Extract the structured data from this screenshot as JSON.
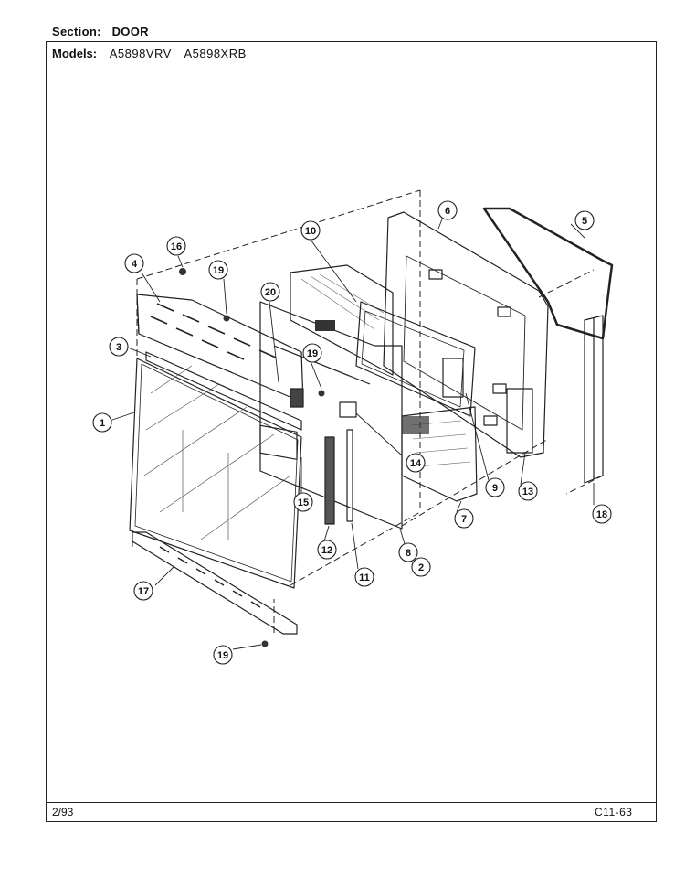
{
  "header": {
    "section_label": "Section:",
    "section_value": "DOOR",
    "models_label": "Models:",
    "models": [
      "A5898VRV",
      "A5898XRB"
    ]
  },
  "footer": {
    "date": "2/93",
    "page_code": "C11-63"
  },
  "callouts": [
    {
      "id": "c1",
      "label": "1"
    },
    {
      "id": "c2",
      "label": "2"
    },
    {
      "id": "c3",
      "label": "3"
    },
    {
      "id": "c4",
      "label": "4"
    },
    {
      "id": "c5",
      "label": "5"
    },
    {
      "id": "c6",
      "label": "6"
    },
    {
      "id": "c7",
      "label": "7"
    },
    {
      "id": "c8",
      "label": "8"
    },
    {
      "id": "c9",
      "label": "9"
    },
    {
      "id": "c10",
      "label": "10"
    },
    {
      "id": "c11",
      "label": "11"
    },
    {
      "id": "c12",
      "label": "12"
    },
    {
      "id": "c13",
      "label": "13"
    },
    {
      "id": "c14",
      "label": "14"
    },
    {
      "id": "c15",
      "label": "15"
    },
    {
      "id": "c16",
      "label": "16"
    },
    {
      "id": "c17",
      "label": "17"
    },
    {
      "id": "c18",
      "label": "18"
    },
    {
      "id": "c19a",
      "label": "19"
    },
    {
      "id": "c19b",
      "label": "19"
    },
    {
      "id": "c19c",
      "label": "19"
    },
    {
      "id": "c20",
      "label": "20"
    }
  ]
}
